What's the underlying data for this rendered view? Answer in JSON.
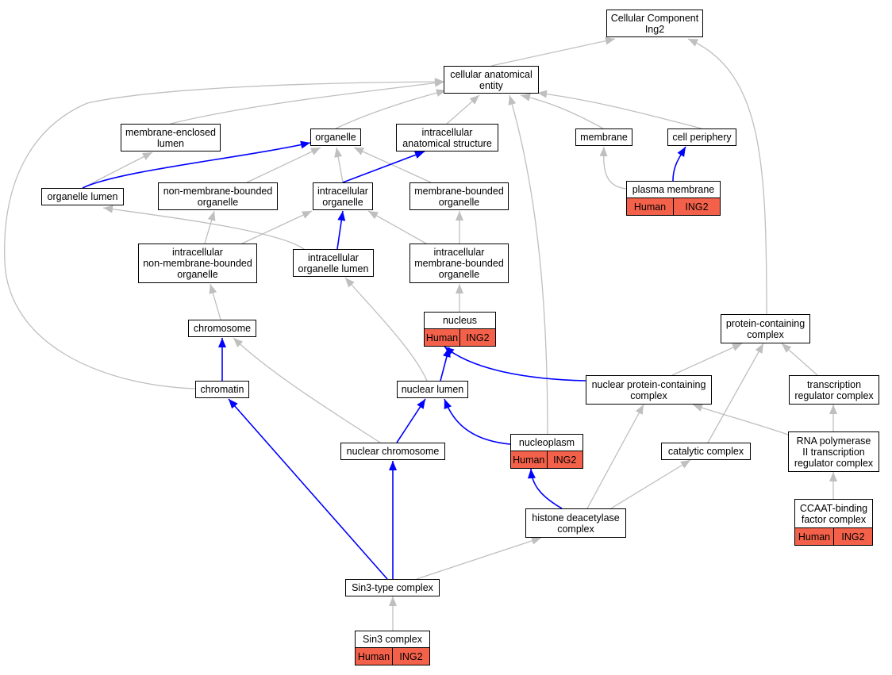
{
  "colors": {
    "is_a": "#bfbfbf",
    "part_of": "#0000ff",
    "annotation": "#f4614a"
  },
  "nodes": [
    {
      "id": "cc",
      "label": "Cellular Component\nIng2"
    },
    {
      "id": "cae",
      "label": "cellular anatomical\nentity"
    },
    {
      "id": "mel",
      "label": "membrane-enclosed\nlumen"
    },
    {
      "id": "org",
      "label": "organelle"
    },
    {
      "id": "ias",
      "label": "intracellular\nanatomical structure"
    },
    {
      "id": "mem",
      "label": "membrane"
    },
    {
      "id": "cp",
      "label": "cell periphery"
    },
    {
      "id": "ol",
      "label": "organelle lumen"
    },
    {
      "id": "nmbo",
      "label": "non-membrane-bounded\norganelle"
    },
    {
      "id": "io",
      "label": "intracellular\norganelle"
    },
    {
      "id": "mbo",
      "label": "membrane-bounded\norganelle"
    },
    {
      "id": "pm",
      "label": "plasma membrane",
      "annotations": [
        "Human",
        "ING2"
      ]
    },
    {
      "id": "inmbo",
      "label": "intracellular\nnon-membrane-bounded\norganelle"
    },
    {
      "id": "iol",
      "label": "intracellular\norganelle lumen"
    },
    {
      "id": "imbo",
      "label": "intracellular\nmembrane-bounded\norganelle"
    },
    {
      "id": "nuc",
      "label": "nucleus",
      "annotations": [
        "Human",
        "ING2"
      ]
    },
    {
      "id": "pcc",
      "label": "protein-containing\ncomplex"
    },
    {
      "id": "chr",
      "label": "chromosome"
    },
    {
      "id": "chm",
      "label": "chromatin"
    },
    {
      "id": "nl",
      "label": "nuclear lumen"
    },
    {
      "id": "npc",
      "label": "nuclear protein-containing\ncomplex"
    },
    {
      "id": "trc",
      "label": "transcription\nregulator complex"
    },
    {
      "id": "nc",
      "label": "nuclear chromosome"
    },
    {
      "id": "np",
      "label": "nucleoplasm",
      "annotations": [
        "Human",
        "ING2"
      ]
    },
    {
      "id": "cat",
      "label": "catalytic complex"
    },
    {
      "id": "rnap",
      "label": "RNA polymerase\nII transcription\nregulator complex"
    },
    {
      "id": "hdac",
      "label": "histone deacetylase\ncomplex"
    },
    {
      "id": "ccaat",
      "label": "CCAAT-binding\nfactor complex",
      "annotations": [
        "Human",
        "ING2"
      ]
    },
    {
      "id": "s3t",
      "label": "Sin3-type complex"
    },
    {
      "id": "s3",
      "label": "Sin3 complex",
      "annotations": [
        "Human",
        "ING2"
      ]
    }
  ],
  "edges": [
    {
      "from": "cae",
      "to": "cc",
      "type": "is_a"
    },
    {
      "from": "pcc",
      "to": "cc",
      "type": "is_a"
    },
    {
      "from": "mel",
      "to": "cae",
      "type": "is_a"
    },
    {
      "from": "org",
      "to": "cae",
      "type": "is_a"
    },
    {
      "from": "ias",
      "to": "cae",
      "type": "is_a"
    },
    {
      "from": "mem",
      "to": "cae",
      "type": "is_a"
    },
    {
      "from": "cp",
      "to": "cae",
      "type": "is_a"
    },
    {
      "from": "chm",
      "to": "cae",
      "type": "is_a"
    },
    {
      "from": "np",
      "to": "cae",
      "type": "is_a"
    },
    {
      "from": "ol",
      "to": "mel",
      "type": "is_a"
    },
    {
      "from": "ol",
      "to": "org",
      "type": "part_of"
    },
    {
      "from": "nmbo",
      "to": "org",
      "type": "is_a"
    },
    {
      "from": "io",
      "to": "org",
      "type": "is_a"
    },
    {
      "from": "mbo",
      "to": "org",
      "type": "is_a"
    },
    {
      "from": "io",
      "to": "ias",
      "type": "part_of"
    },
    {
      "from": "pm",
      "to": "mem",
      "type": "is_a"
    },
    {
      "from": "pm",
      "to": "cp",
      "type": "part_of"
    },
    {
      "from": "inmbo",
      "to": "nmbo",
      "type": "is_a"
    },
    {
      "from": "inmbo",
      "to": "io",
      "type": "is_a"
    },
    {
      "from": "iol",
      "to": "ol",
      "type": "is_a"
    },
    {
      "from": "iol",
      "to": "io",
      "type": "part_of"
    },
    {
      "from": "imbo",
      "to": "io",
      "type": "is_a"
    },
    {
      "from": "imbo",
      "to": "mbo",
      "type": "is_a"
    },
    {
      "from": "nuc",
      "to": "imbo",
      "type": "is_a"
    },
    {
      "from": "chr",
      "to": "inmbo",
      "type": "is_a"
    },
    {
      "from": "chm",
      "to": "chr",
      "type": "part_of"
    },
    {
      "from": "nl",
      "to": "iol",
      "type": "is_a"
    },
    {
      "from": "nl",
      "to": "nuc",
      "type": "part_of"
    },
    {
      "from": "npc",
      "to": "nuc",
      "type": "part_of"
    },
    {
      "from": "npc",
      "to": "pcc",
      "type": "is_a"
    },
    {
      "from": "trc",
      "to": "pcc",
      "type": "is_a"
    },
    {
      "from": "cat",
      "to": "pcc",
      "type": "is_a"
    },
    {
      "from": "nc",
      "to": "chr",
      "type": "is_a"
    },
    {
      "from": "nc",
      "to": "nl",
      "type": "part_of"
    },
    {
      "from": "np",
      "to": "nl",
      "type": "part_of"
    },
    {
      "from": "rnap",
      "to": "trc",
      "type": "is_a"
    },
    {
      "from": "rnap",
      "to": "npc",
      "type": "is_a"
    },
    {
      "from": "hdac",
      "to": "np",
      "type": "part_of"
    },
    {
      "from": "hdac",
      "to": "npc",
      "type": "is_a"
    },
    {
      "from": "hdac",
      "to": "cat",
      "type": "is_a"
    },
    {
      "from": "ccaat",
      "to": "rnap",
      "type": "is_a"
    },
    {
      "from": "s3t",
      "to": "chm",
      "type": "part_of"
    },
    {
      "from": "s3t",
      "to": "nc",
      "type": "part_of"
    },
    {
      "from": "s3t",
      "to": "hdac",
      "type": "is_a"
    },
    {
      "from": "s3",
      "to": "s3t",
      "type": "is_a"
    }
  ]
}
